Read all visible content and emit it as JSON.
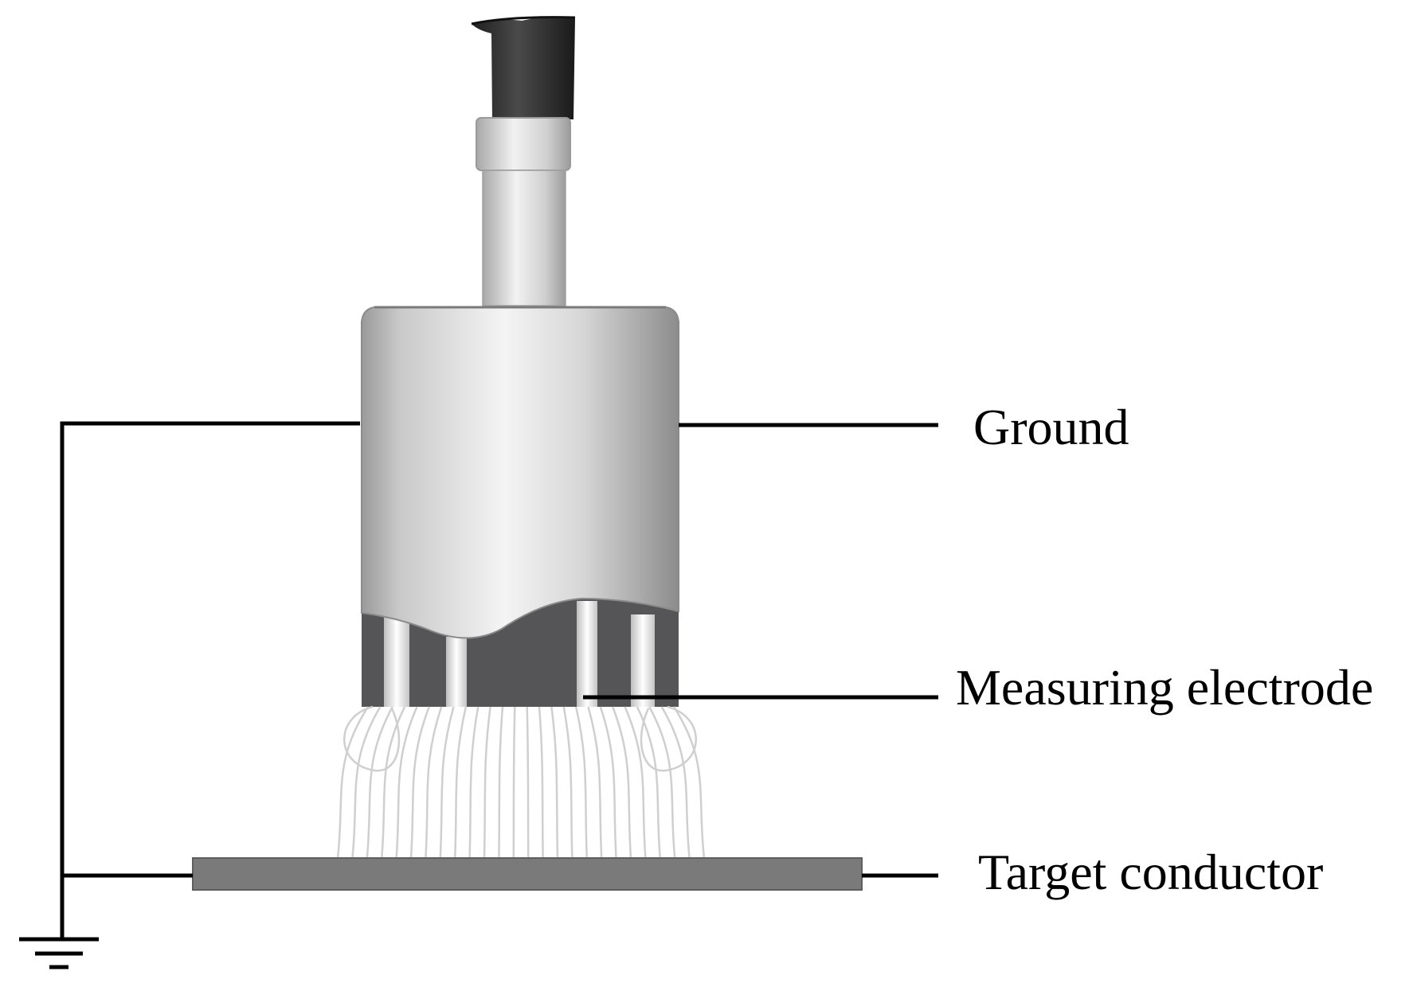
{
  "labels": {
    "ground": "Ground",
    "measuring_electrode": "Measuring electrode",
    "target_conductor": "Target conductor"
  },
  "colors": {
    "wire": "#000000",
    "cable": "#2e2e2e",
    "housing_light": "#f0f0f0",
    "housing_mid": "#c8c8c8",
    "housing_dark": "#8a8a8a",
    "electrode_dark": "#555558",
    "fiber": "#d9d9d9",
    "target_plate": "#7a7a7a"
  }
}
